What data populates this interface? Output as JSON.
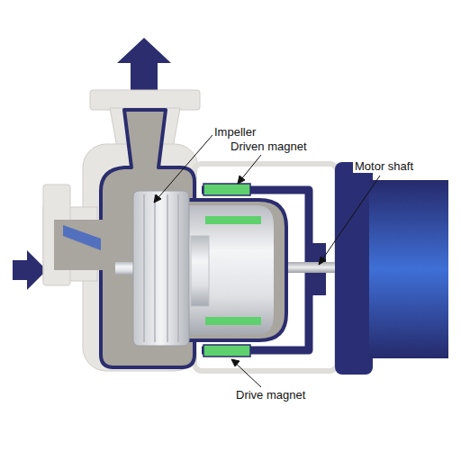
{
  "diagram": {
    "labels": [
      "Impeller",
      "Driven magnet",
      "Motor shaft",
      "Drive magnet"
    ]
  }
}
